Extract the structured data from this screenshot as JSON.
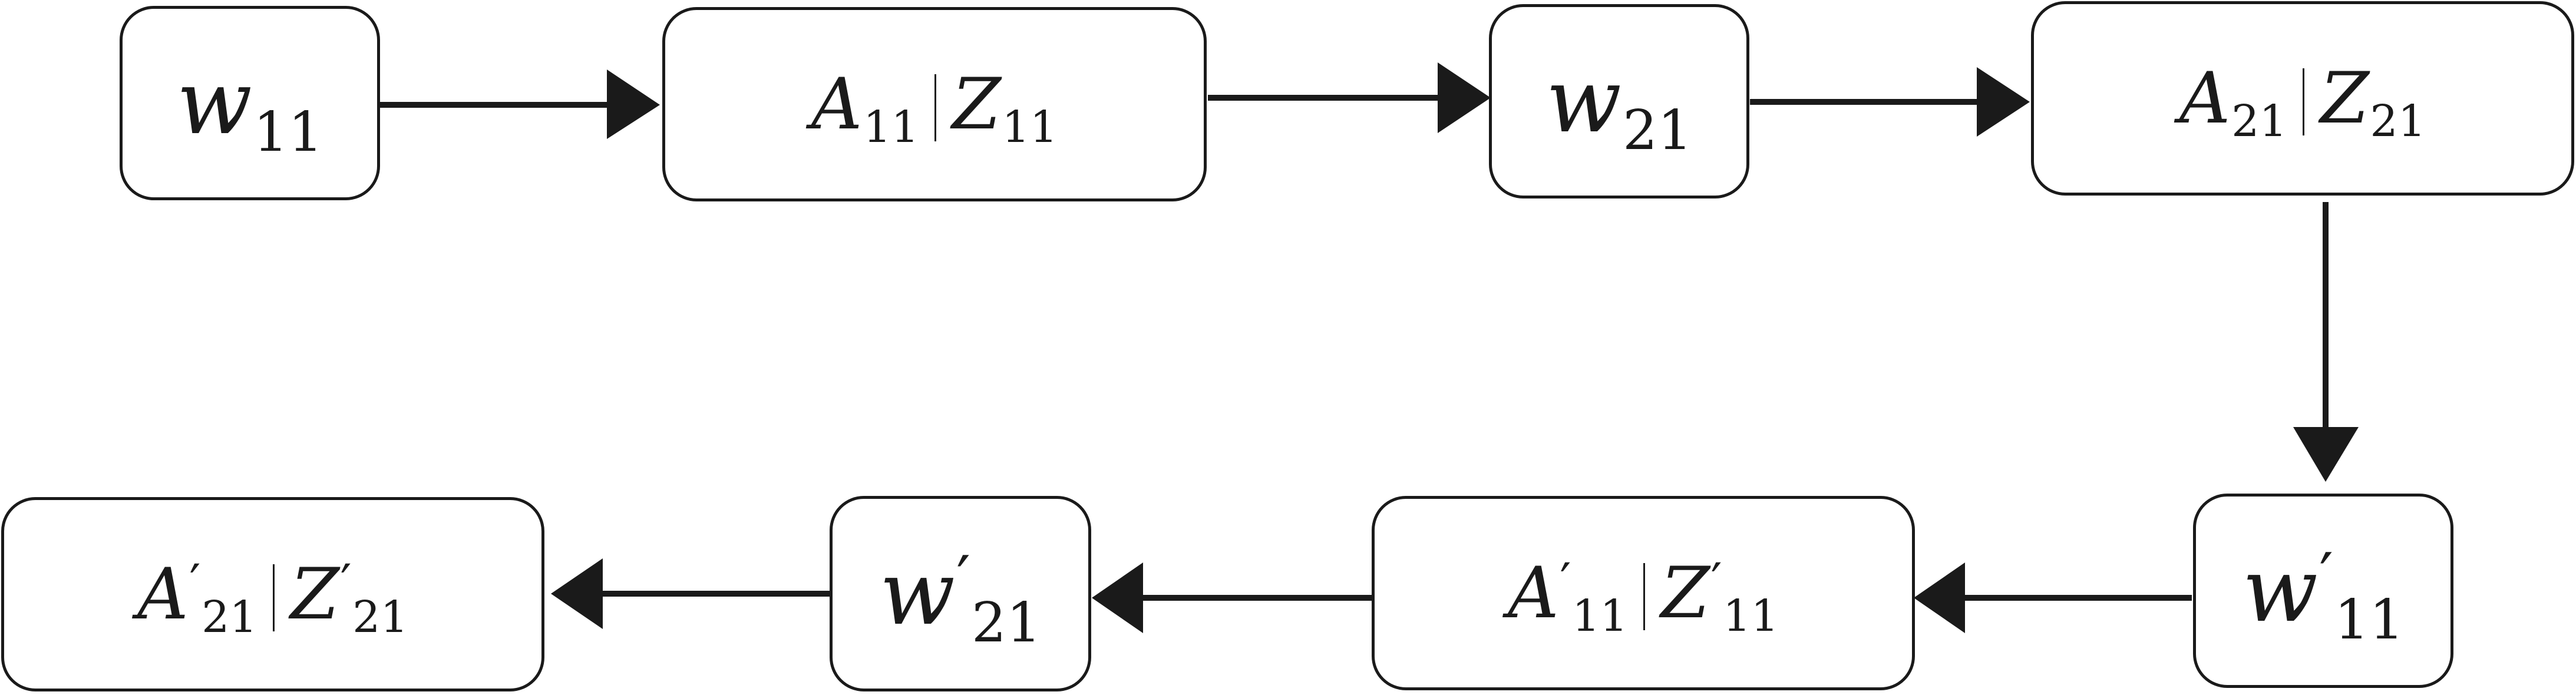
{
  "nodes": {
    "w11": {
      "symbol": "w",
      "prime": "",
      "sub": "11"
    },
    "az11": {
      "a": "A",
      "z": "Z",
      "prime": "",
      "sub": "11"
    },
    "w21": {
      "symbol": "w",
      "prime": "",
      "sub": "21"
    },
    "az21": {
      "a": "A",
      "z": "Z",
      "prime": "",
      "sub": "21"
    },
    "w11p": {
      "symbol": "w",
      "prime": "′",
      "sub": "11"
    },
    "az11p": {
      "a": "A",
      "z": "Z",
      "prime": "′",
      "sub": "11"
    },
    "w21p": {
      "symbol": "w",
      "prime": "′",
      "sub": "21"
    },
    "az21p": {
      "a": "A",
      "z": "Z",
      "prime": "′",
      "sub": "21"
    }
  },
  "colors": {
    "stroke": "#1a1a1a",
    "background": "#ffffff"
  }
}
